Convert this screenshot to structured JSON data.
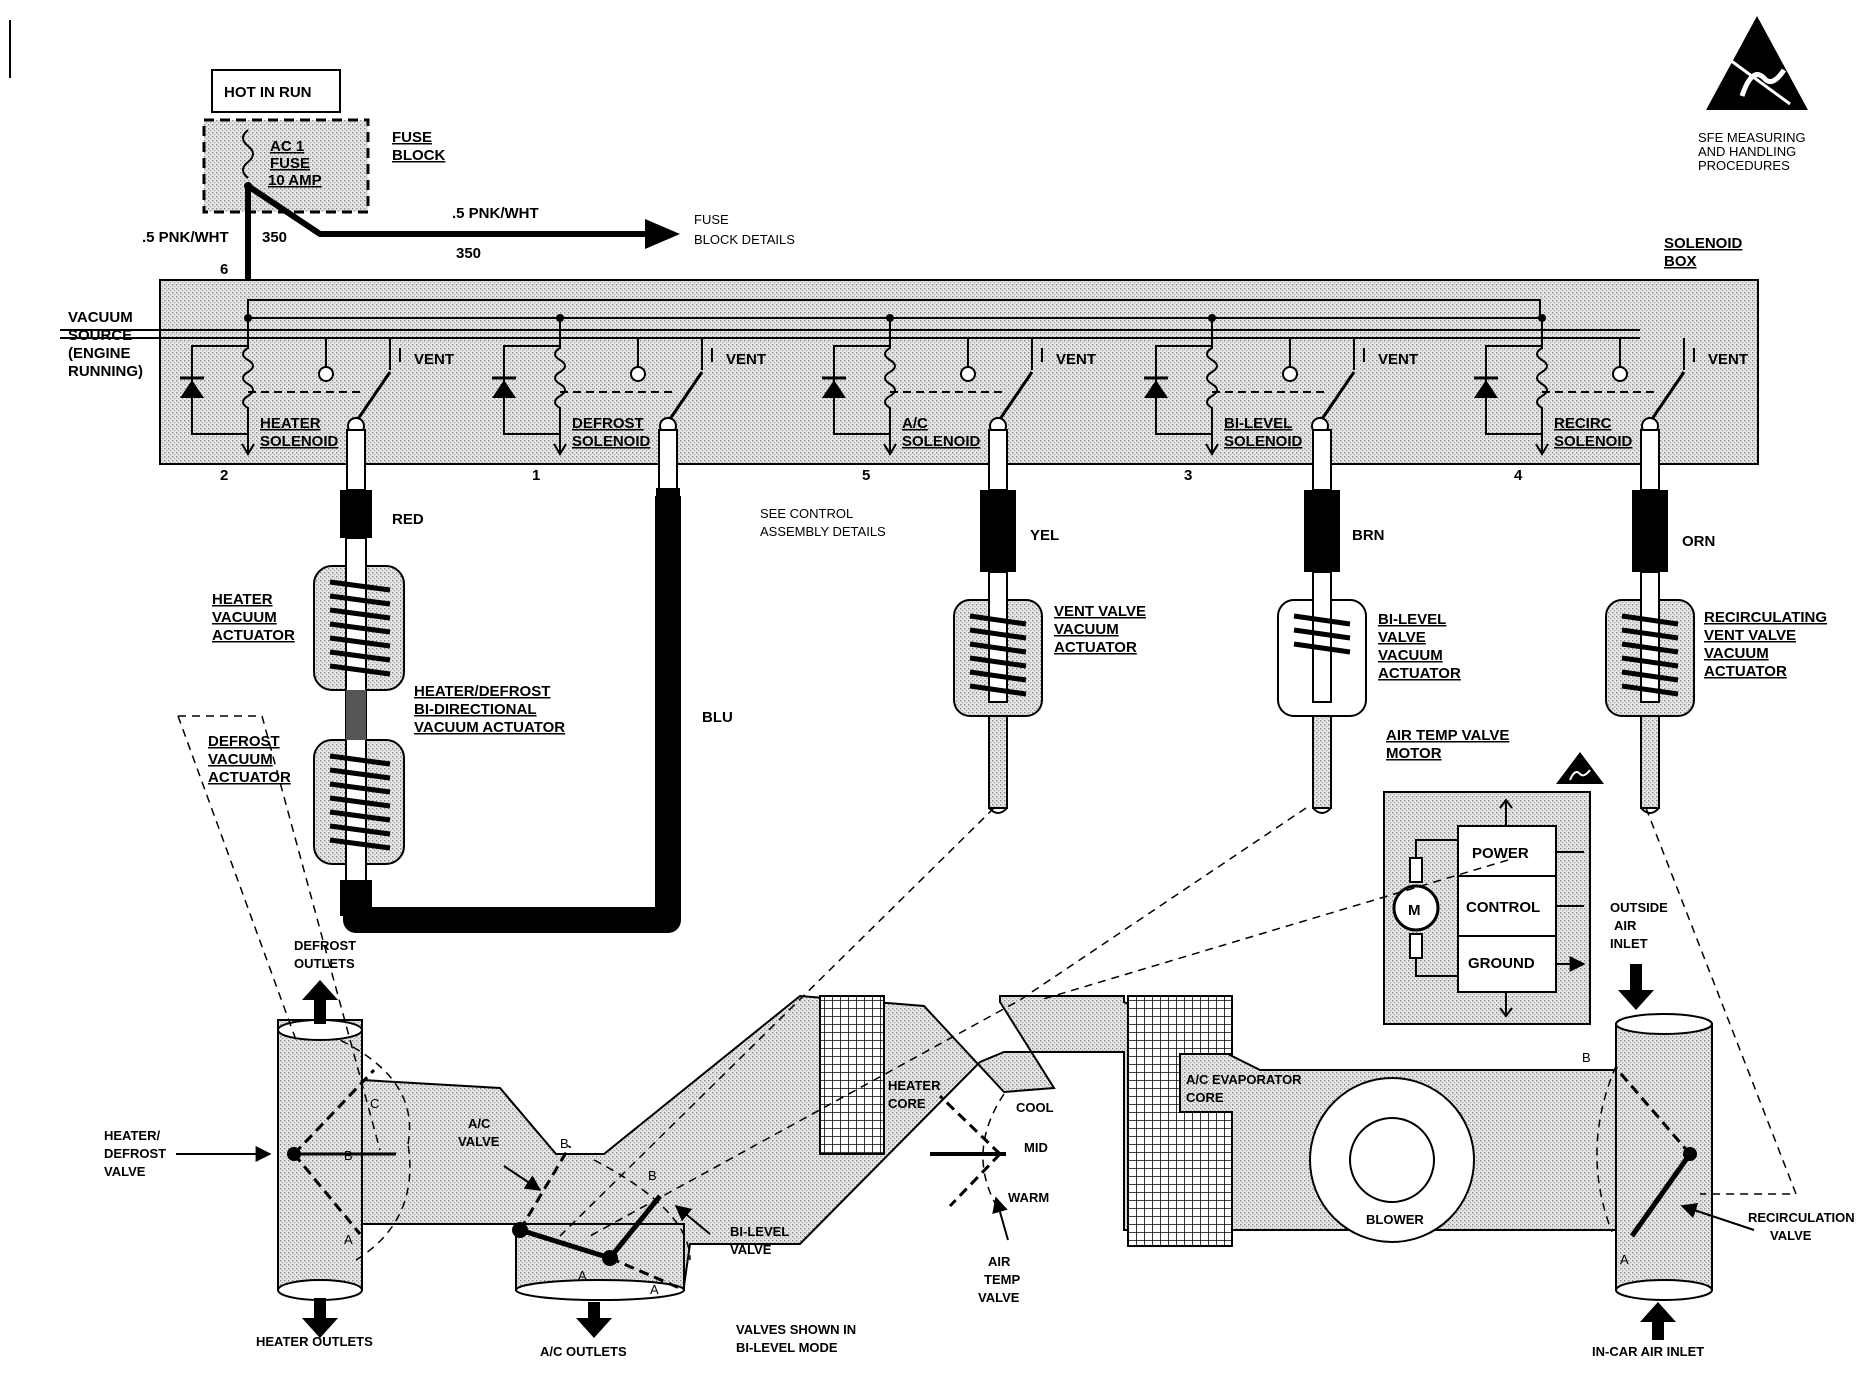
{
  "header": {
    "hot_in_run": "HOT IN RUN",
    "fuse_line1": "AC 1",
    "fuse_line2": "FUSE",
    "fuse_line3": "10 AMP",
    "fuse_block_1": "FUSE",
    "fuse_block_2": "BLOCK",
    "wire_left": ".5 PNK/WHT",
    "wire_left_circuit": "350",
    "wire_right": ".5 PNK/WHT",
    "wire_right_circuit": "350",
    "fuse_details_1": "FUSE",
    "fuse_details_2": "BLOCK DETAILS",
    "pin_6": "6"
  },
  "esd": {
    "line1": "SFE MEASURING",
    "line2": "AND HANDLING",
    "line3": "PROCEDURES"
  },
  "solenoid_box": {
    "label_1": "SOLENOID",
    "label_2": "BOX",
    "vacuum_1": "VACUUM",
    "vacuum_2": "SOURCE",
    "vacuum_3": "(ENGINE",
    "vacuum_4": "RUNNING)",
    "vent": "VENT",
    "solenoid_word": "SOLENOID",
    "solenoids": [
      {
        "name": "HEATER",
        "pin": "2"
      },
      {
        "name": "DEFROST",
        "pin": "1"
      },
      {
        "name": "A/C",
        "pin": "5"
      },
      {
        "name": "BI-LEVEL",
        "pin": "3"
      },
      {
        "name": "RECIRC",
        "pin": "4"
      }
    ]
  },
  "hoses": {
    "red": "RED",
    "blu": "BLU",
    "yel": "YEL",
    "brn": "BRN",
    "orn": "ORN",
    "see_control_1": "SEE CONTROL",
    "see_control_2": "ASSEMBLY DETAILS"
  },
  "actuators": {
    "heater_1": "HEATER",
    "heater_2": "VACUUM",
    "heater_3": "ACTUATOR",
    "bidir_1": "HEATER/DEFROST",
    "bidir_2": "BI-DIRECTIONAL",
    "bidir_3": "VACUUM ACTUATOR",
    "defrost_1": "DEFROST",
    "defrost_2": "VACUUM",
    "defrost_3": "ACTUATOR",
    "vent_1": "VENT VALVE",
    "vent_2": "VACUUM",
    "vent_3": "ACTUATOR",
    "bilevel_1": "BI-LEVEL",
    "bilevel_2": "VALVE",
    "bilevel_3": "VACUUM",
    "bilevel_4": "ACTUATOR",
    "recirc_1": "RECIRCULATING",
    "recirc_2": "VENT VALVE",
    "recirc_3": "VACUUM",
    "recirc_4": "ACTUATOR"
  },
  "motor": {
    "title_1": "AIR TEMP VALVE",
    "title_2": "MOTOR",
    "m": "M",
    "power": "POWER",
    "control": "CONTROL",
    "ground": "GROUND"
  },
  "ducts": {
    "defrost_outlets_1": "DEFROST",
    "defrost_outlets_2": "OUTLETS",
    "heater_defrost_1": "HEATER/",
    "heater_defrost_2": "DEFROST",
    "heater_defrost_3": "VALVE",
    "heater_outlets": "HEATER OUTLETS",
    "ac_valve_1": "A/C",
    "ac_valve_2": "VALVE",
    "bilevel_valve_1": "BI-LEVEL",
    "bilevel_valve_2": "VALVE",
    "ac_outlets": "A/C OUTLETS",
    "valves_shown_1": "VALVES SHOWN IN",
    "valves_shown_2": "BI-LEVEL MODE",
    "heater_core_1": "HEATER",
    "heater_core_2": "CORE",
    "cool": "COOL",
    "mid": "MID",
    "warm": "WARM",
    "air_temp_1": "AIR",
    "air_temp_2": "TEMP",
    "air_temp_3": "VALVE",
    "evap_1": "A/C EVAPORATOR",
    "evap_2": "CORE",
    "blower": "BLOWER",
    "outside_1": "OUTSIDE",
    "outside_2": "AIR",
    "outside_3": "INLET",
    "recirc_valve_1": "RECIRCULATION",
    "recirc_valve_2": "VALVE",
    "incar": "IN-CAR AIR INLET",
    "a": "A",
    "b": "B",
    "c": "C"
  }
}
